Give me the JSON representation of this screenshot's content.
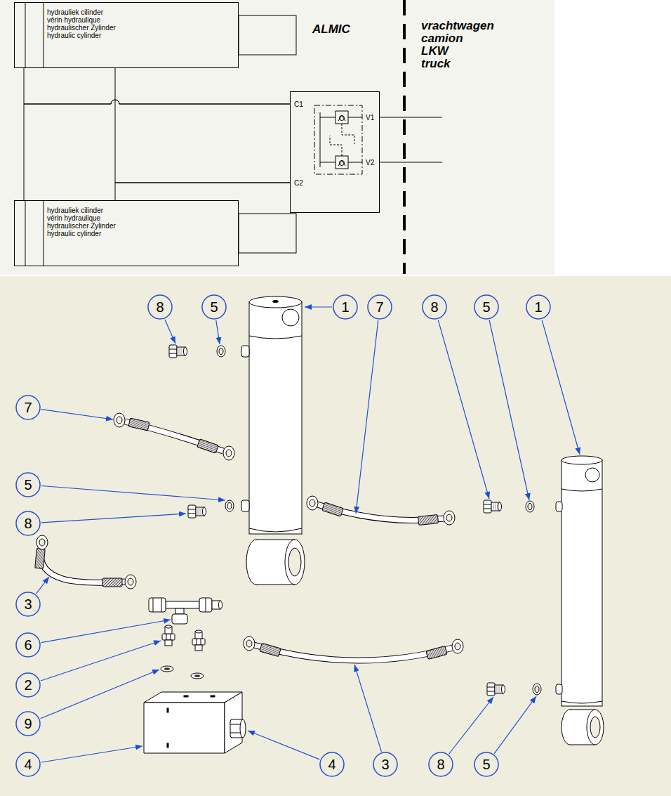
{
  "diagram": {
    "nodes": [
      {
        "text": [
          "hydrauliek cilinder",
          "vérin hydraulique",
          "hydraulischer Zylinder",
          "hydraulic cylinder"
        ]
      },
      {
        "text": [
          "C1",
          "V1",
          "V2",
          "C2"
        ]
      },
      {
        "text": [
          "hydrauliek cilinder",
          "vérin hydraulique",
          "hydraulischer Zylinder",
          "hydraulic cylinder"
        ]
      },
      {
        "text": [
          "8"
        ]
      },
      {
        "text": [
          "5"
        ]
      },
      {
        "text": [
          "1"
        ]
      },
      {
        "text": [
          "7"
        ]
      },
      {
        "text": [
          "8"
        ]
      },
      {
        "text": [
          "5"
        ]
      },
      {
        "text": [
          "1"
        ]
      },
      {
        "text": [
          "7"
        ]
      },
      {
        "text": [
          "5"
        ]
      },
      {
        "text": [
          "8"
        ]
      },
      {
        "text": [
          "3"
        ]
      },
      {
        "text": [
          "6"
        ]
      },
      {
        "text": [
          "2"
        ]
      },
      {
        "text": [
          "9"
        ]
      },
      {
        "text": [
          "4"
        ]
      },
      {
        "text": [
          "4"
        ]
      },
      {
        "text": [
          "3"
        ]
      },
      {
        "text": [
          "8"
        ]
      },
      {
        "text": [
          "5"
        ]
      }
    ],
    "edges": [
      {
        "from": 0,
        "to": 1,
        "arrow": "none"
      },
      {
        "from": 2,
        "to": 1,
        "arrow": "none"
      },
      {
        "from": 0,
        "to": 1,
        "arrow": "none"
      },
      {
        "from": 2,
        "to": 1,
        "arrow": "none"
      }
    ],
    "labels": [
      "ALMIC",
      "vrachtwagen",
      "camion",
      "LKW",
      "truck"
    ]
  }
}
